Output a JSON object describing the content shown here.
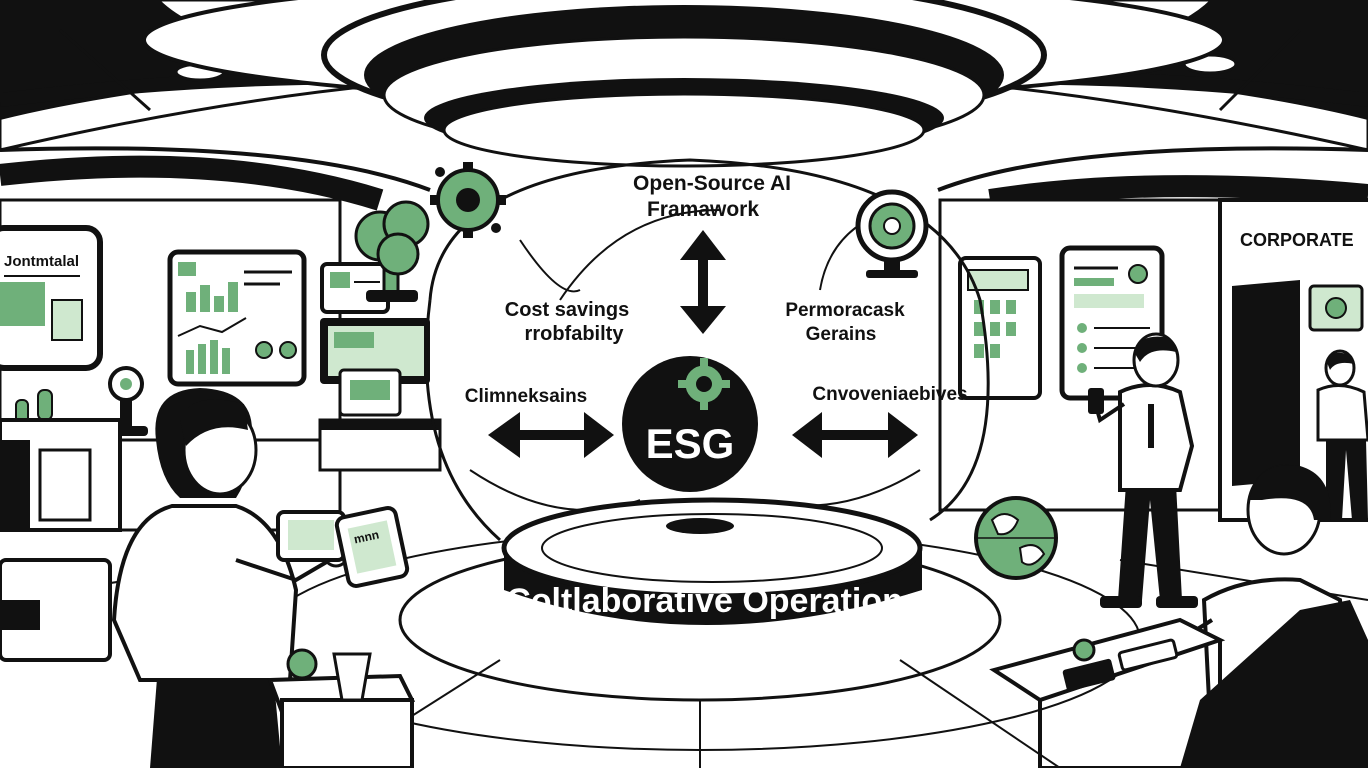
{
  "labels": {
    "top_line1": "Open-Source AI",
    "top_line2": "Framawork",
    "cost_line1": "Cost savings",
    "cost_line2": "rrobfabilty",
    "perf_line1": "Permoracask",
    "perf_line2": "Gerains",
    "climate": "Climneksains",
    "enviro": "Cnvoveniaebives",
    "core": "ESG",
    "platform": "Coltlaborative Operations",
    "corporate_sign": "CORPORATE",
    "left_sign": "Jontmtalal",
    "tablet_sign": "mnn"
  },
  "colors": {
    "ink": "#111111",
    "accent_green": "#6fb07a",
    "light_green": "#cfe8cf",
    "paper": "#ffffff"
  },
  "icons": {
    "top_gear": "gear-leaf-icon",
    "tree": "tree-icon",
    "badge": "award-badge-icon",
    "globe": "globe-icon",
    "core_gear": "gear-icon",
    "vertical_arrow": "double-arrow-vertical-icon",
    "left_arrow": "double-arrow-horizontal-icon",
    "right_arrow": "double-arrow-horizontal-icon"
  }
}
